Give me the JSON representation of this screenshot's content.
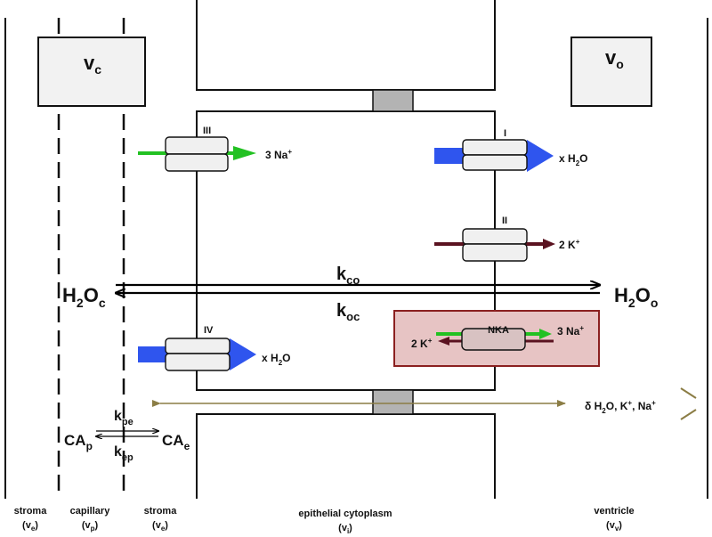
{
  "compartments": {
    "vc_label": "v",
    "vc_sub": "c",
    "vo_label": "v",
    "vo_sub": "o"
  },
  "transporters": {
    "III": {
      "id": "III",
      "product": "3 Na",
      "product_sup": "+",
      "color": "#22c122"
    },
    "I": {
      "id": "I",
      "product": "x H",
      "product_sub": "2",
      "product_tail": "O",
      "color": "#2f55ee"
    },
    "II": {
      "id": "II",
      "product": "2 K",
      "product_sup": "+",
      "color": "#5a1220"
    },
    "IV": {
      "id": "IV",
      "product": "x H",
      "product_sub": "2",
      "product_tail": "O",
      "color": "#2f55ee"
    },
    "NKA": {
      "id": "NKA",
      "na_label": "3 Na",
      "na_sup": "+",
      "k_label": "2 K",
      "k_sup": "+",
      "box_color": "#e7c4c4",
      "box_border": "#8b2020"
    }
  },
  "exchange": {
    "left": "H",
    "left_sub": "2",
    "left_tail": "O",
    "left_subscript_c": "c",
    "right": "H",
    "right_sub": "2",
    "right_tail": "O",
    "right_subscript_o": "o",
    "k_top": "k",
    "k_top_sub": "co",
    "k_bottom": "k",
    "k_bottom_sub": "oc"
  },
  "diffusion": {
    "label_delta": "δ H",
    "label_sub": "2",
    "label_rest": "O, K",
    "k_sup": "+",
    "label_na": ", Na",
    "na_sup": "+",
    "color": "#8b7d45"
  },
  "contrast_agent": {
    "left": "CA",
    "left_sub": "p",
    "right": "CA",
    "right_sub": "e",
    "k_top": "k",
    "k_top_sub": "pe",
    "k_bottom": "k",
    "k_bottom_sub": "ep"
  },
  "regions": [
    {
      "name": "stroma",
      "sym": "(v",
      "sub": "e",
      "end": ")"
    },
    {
      "name": "capillary",
      "sym": "(v",
      "sub": "p",
      "end": ")"
    },
    {
      "name": "stroma",
      "sym": "(v",
      "sub": "e",
      "end": ")"
    },
    {
      "name": "epithelial cytoplasm",
      "sym": "(v",
      "sub": "i",
      "end": ")"
    },
    {
      "name": "ventricle",
      "sym": "(v",
      "sub": "v",
      "end": ")"
    }
  ]
}
